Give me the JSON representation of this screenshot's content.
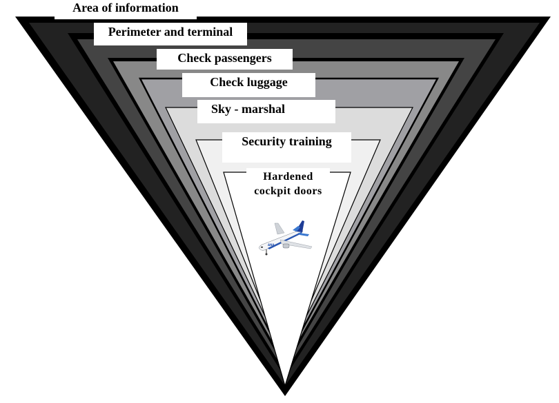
{
  "diagram": {
    "title": "Layers of aviation security",
    "type": "inverted-pyramid",
    "layers": [
      {
        "label": "Area of information",
        "fill": "#222222"
      },
      {
        "label": "Perimeter and terminal",
        "fill": "#444444"
      },
      {
        "label": "Check passengers",
        "fill": "#888888"
      },
      {
        "label": "Check luggage",
        "fill": "#a0a0a4"
      },
      {
        "label": "Sky - marshal",
        "fill": "#dcdcdc"
      },
      {
        "label": "Security training",
        "fill": "#f0f0f0"
      },
      {
        "label_line1": "Hardened",
        "label_line2": "cockpit doors",
        "fill": "#ffffff"
      }
    ],
    "center_icon": "airplane-icon",
    "colors": {
      "outline": "#000000",
      "airplane_tail": "#1e3c96",
      "airplane_stripe": "#3a78d0"
    }
  }
}
